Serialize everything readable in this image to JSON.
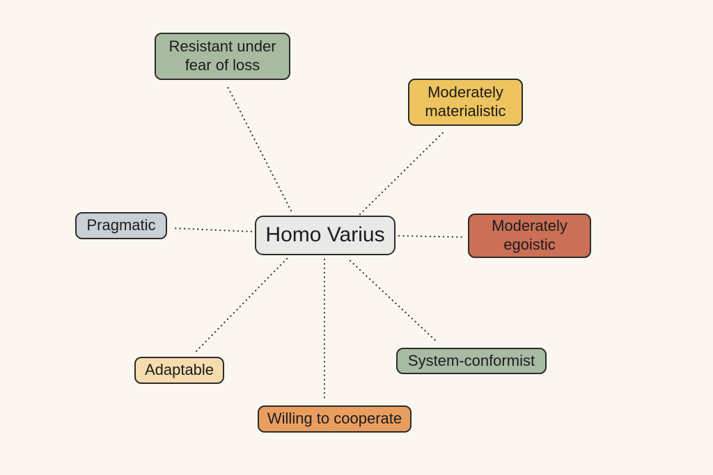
{
  "diagram": {
    "type": "mind-map",
    "center": {
      "label": "Homo Varius",
      "fill": "#e9e9e7"
    },
    "nodes": [
      {
        "id": "resistant",
        "label": "Resistant under fear of loss",
        "fill": "#a8bba1",
        "position": "top-left"
      },
      {
        "id": "materialistic",
        "label": "Moderately materialistic",
        "fill": "#edc45f",
        "position": "top-right"
      },
      {
        "id": "pragmatic",
        "label": "Pragmatic",
        "fill": "#c9d0d6",
        "position": "left"
      },
      {
        "id": "egoistic",
        "label": "Moderately egoistic",
        "fill": "#cb6f57",
        "position": "right"
      },
      {
        "id": "adaptable",
        "label": "Adaptable",
        "fill": "#f4dcae",
        "position": "bottom-left"
      },
      {
        "id": "cooperate",
        "label": "Willing to cooperate",
        "fill": "#e99e60",
        "position": "bottom-center"
      },
      {
        "id": "conformist",
        "label": "System-conformist",
        "fill": "#a9bba4",
        "position": "bottom-right"
      }
    ],
    "connections": [
      {
        "from": "Homo Varius",
        "to": "Resistant under fear of loss",
        "style": "dotted"
      },
      {
        "from": "Homo Varius",
        "to": "Moderately materialistic",
        "style": "dotted"
      },
      {
        "from": "Homo Varius",
        "to": "Pragmatic",
        "style": "dotted"
      },
      {
        "from": "Homo Varius",
        "to": "Moderately egoistic",
        "style": "dotted"
      },
      {
        "from": "Homo Varius",
        "to": "Adaptable",
        "style": "dotted"
      },
      {
        "from": "Homo Varius",
        "to": "Willing to cooperate",
        "style": "dotted"
      },
      {
        "from": "Homo Varius",
        "to": "System-conformist",
        "style": "dotted"
      }
    ],
    "colors": {
      "background": "#fbf7f0",
      "border": "#2b2b2b",
      "text": "#1c1c1c",
      "connector": "#3a3a3a"
    }
  }
}
